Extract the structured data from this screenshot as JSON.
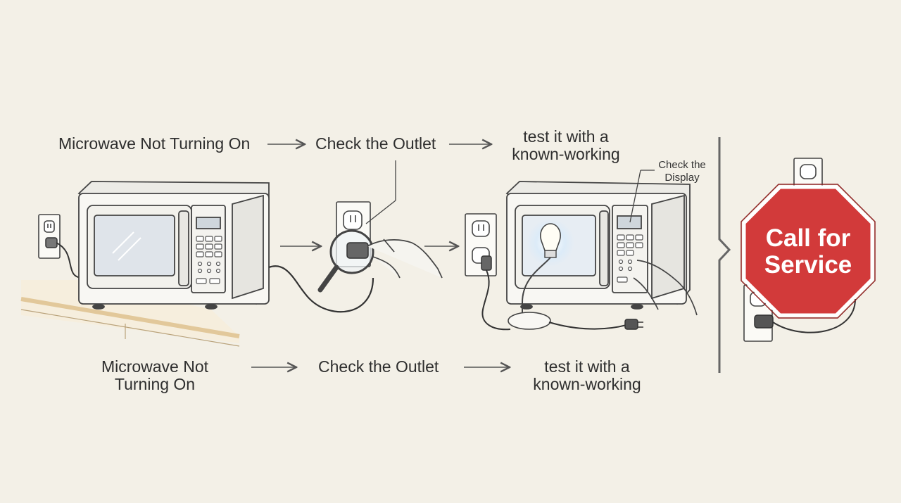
{
  "top_row": {
    "step1": "Microwave Not Turning On",
    "step2": "Check the Outlet",
    "step3_line1": "test it with a",
    "step3_line2": "known-working"
  },
  "bottom_row": {
    "step1_line1": "Microwave Not",
    "step1_line2": "Turning On",
    "step2": "Check the Outlet",
    "step3_line1": "test it with a",
    "step3_line2": "known-working"
  },
  "callout": {
    "line1": "Check the",
    "line2": "Display"
  },
  "stop_sign": {
    "line1": "Call for",
    "line2": "Service",
    "color": "#d23a3a"
  },
  "colors": {
    "background": "#f3f0e7",
    "ink": "#3a3a3a",
    "counter": "#e9d6b3",
    "bulb_glow": "#cfe3f5"
  }
}
